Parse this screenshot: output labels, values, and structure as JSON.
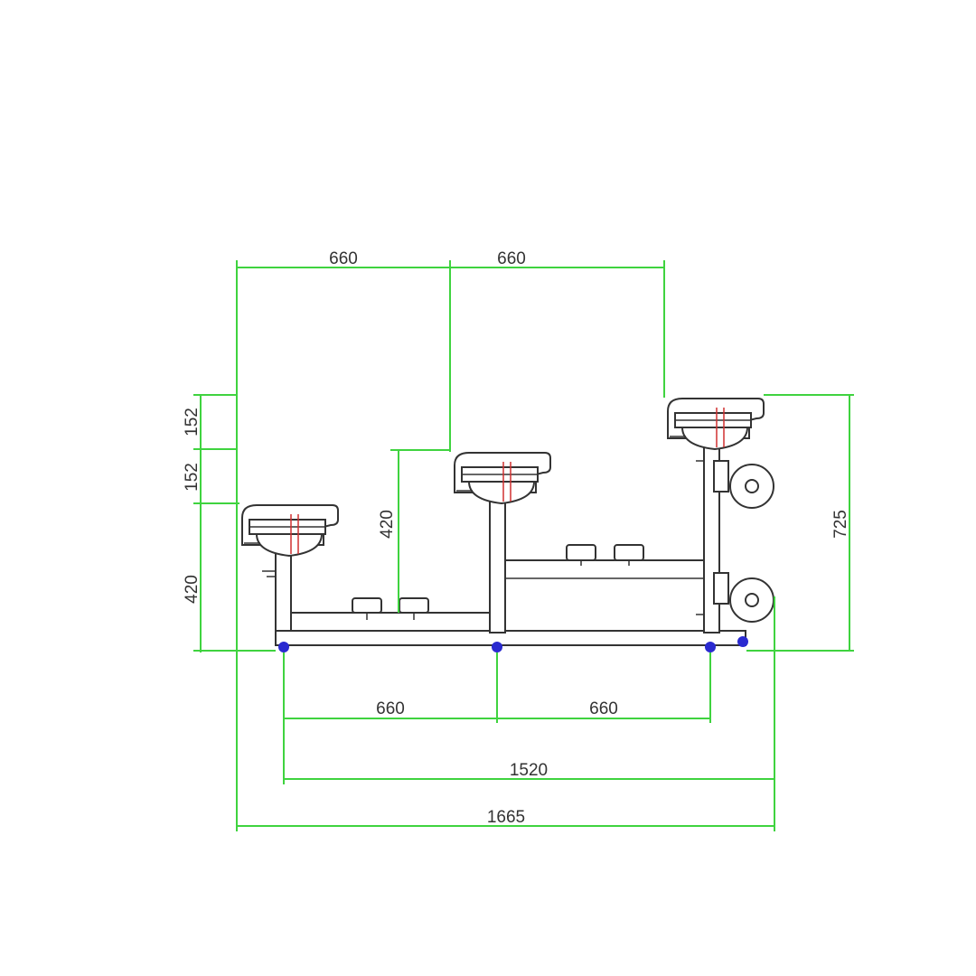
{
  "dimensions": {
    "top_left_span": "660",
    "top_right_span": "660",
    "left_step_upper": "152",
    "left_step_lower": "152",
    "left_height": "420",
    "middle_height": "420",
    "right_total_height": "725",
    "bottom_left_span": "660",
    "bottom_right_span": "660",
    "overall_base": "1520",
    "overall_total": "1665"
  },
  "colors": {
    "dimension_lines": "#3fd33f",
    "frame": "#333333",
    "accent_marks": "#d03030",
    "feet": "#2a2ad0"
  }
}
